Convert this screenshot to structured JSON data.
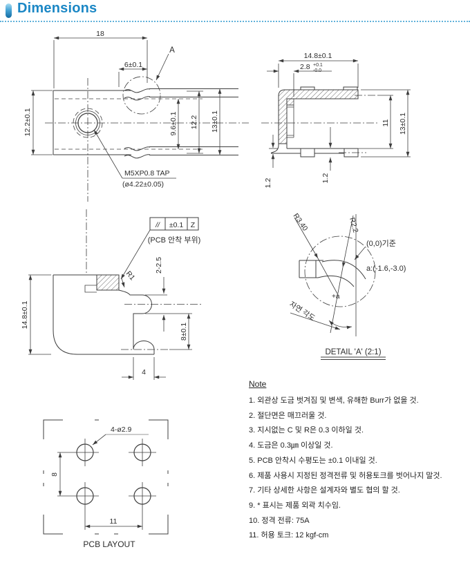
{
  "header": {
    "title": "Dimensions"
  },
  "front_view": {
    "dim_width_total": "18",
    "dim_width_tab": "6±0.1",
    "detail_callout": "A",
    "dim_height_left": "12.2±0.1",
    "dim_height_inner": "9.6±0.1",
    "dim_height_mid": "12.2",
    "dim_height_outer": "13±0.1",
    "tap_line1": "M5XP0.8 TAP",
    "tap_line2": "(ø4.22±0.05)"
  },
  "side_view": {
    "dim_width_total": "14.8±0.1",
    "dim_offset_base": "2.8",
    "dim_offset_tol_plus": "+0.1",
    "dim_offset_tol_minus": "-0.0",
    "dim_height_inner": "11",
    "dim_height_outer": "13±0.1",
    "dim_thickness_left": "1.2",
    "dim_thickness_mid": "1.2"
  },
  "section_view": {
    "fcf_symbol": "//",
    "fcf_tolerance": "±0.1",
    "fcf_datum": "Z",
    "fcf_note": "(PCB 안착 부위)",
    "dim_radius": "R1",
    "dim_slot": "2-2.5",
    "dim_height": "14.8±0.1",
    "dim_pin_offset": "8±0.1",
    "dim_pin_width": "4"
  },
  "detail_view": {
    "dim_radius_outer": "R3.40",
    "dim_radius_inner": "R2.2",
    "origin_note": "(0,0)기준",
    "point_note": "a:(-1.6,-3.0)",
    "center_label": "+a",
    "angle_note": "자연 각도",
    "title": "DETAIL 'A' (2:1)"
  },
  "pcb_view": {
    "dim_holes": "4-ø2.9",
    "dim_pitch_v": "8",
    "dim_pitch_h": "11",
    "title": "PCB LAYOUT"
  },
  "notes": {
    "title": "Note",
    "items": [
      "1. 외관상 도금 벗겨짐 및 변색, 유해한 Burr가 없을 것.",
      "2. 절단면은 매끄러울 것.",
      "3. 지시없는 C 및 R은 0.3 이하일 것.",
      "4. 도금은 0.3㎛ 이상일 것.",
      "5. PCB 안착시 수평도는 ±0.1 이내일 것.",
      "6. 제품 사용시 지정된 정격전류 및 허용토크를 벗어나지 말것.",
      "7. 기타 상세한 사항은 설계자와 별도 협의 할 것.",
      "9. * 표시는 제품 외곽 치수임.",
      "10. 정격 전류: 75A",
      "11. 허용 토크: 12 kgf-cm"
    ]
  },
  "colors": {
    "accent": "#1b87c5",
    "line": "#3c3c3c"
  }
}
